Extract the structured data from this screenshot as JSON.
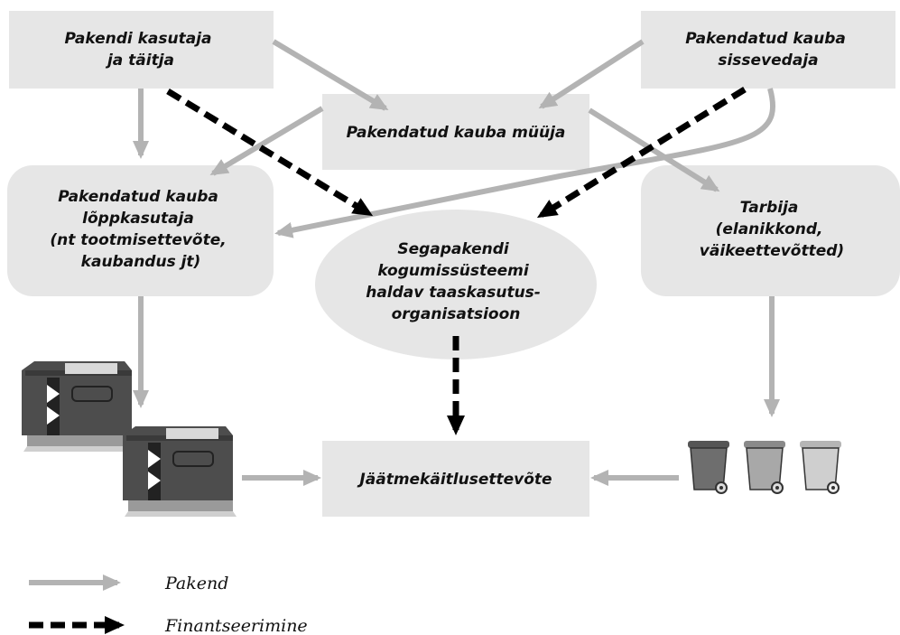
{
  "nodes": {
    "packager": {
      "lines": [
        "Pakendi kasutaja",
        "ja täitja"
      ]
    },
    "importer": {
      "lines": [
        "Pakendatud kauba",
        "sissevedaja"
      ]
    },
    "seller": {
      "lines": [
        "Pakendatud kauba müüja"
      ]
    },
    "end_user": {
      "lines": [
        "Pakendatud kauba",
        "lõppkasutaja",
        "(nt tootmisettevõte,",
        "kaubandus jt)"
      ]
    },
    "consumer": {
      "lines": [
        "Tarbija",
        "(elanikkond,",
        "väikeettevõtted)"
      ]
    },
    "recovery_org": {
      "lines": [
        "Segapakendi",
        "kogumissüsteemi",
        "haldav taaskasutus-",
        "organisatsioon"
      ]
    },
    "waste_handler": {
      "lines": [
        "Jäätmekäitlusettevõte"
      ]
    }
  },
  "legend": {
    "packaging": "Pakend",
    "financing": "Finantseerimine"
  },
  "colors": {
    "box_fill": "#e6e6e6",
    "packaging_arrow": "#b3b3b3",
    "financing_arrow": "#000000",
    "bin_dark": "#6e6e6e",
    "bin_mid": "#a8a8a8",
    "bin_light": "#cfcfcf"
  },
  "icons": {
    "containers": "waste-container-icon",
    "bins": "wheelie-bin-icon"
  }
}
